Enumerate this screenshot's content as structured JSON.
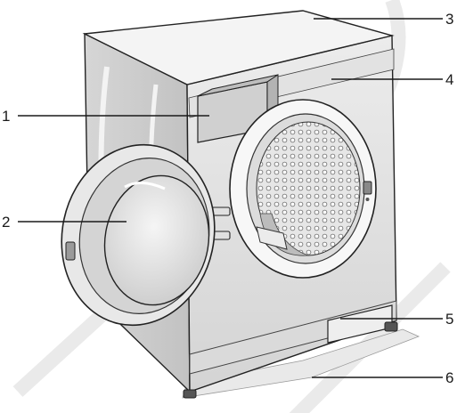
{
  "diagram": {
    "subject": "washing-machine-front-loader",
    "callouts": [
      {
        "id": "1",
        "label": "1"
      },
      {
        "id": "2",
        "label": "2"
      },
      {
        "id": "3",
        "label": "3"
      },
      {
        "id": "4",
        "label": "4"
      },
      {
        "id": "5",
        "label": "5"
      },
      {
        "id": "6",
        "label": "6"
      }
    ]
  },
  "colors": {
    "line": "#222222",
    "panel_light": "#f2f2f2",
    "panel_mid": "#dcdcdc",
    "panel_dark": "#b8b8b8",
    "watermark": "#e8e8e8"
  }
}
